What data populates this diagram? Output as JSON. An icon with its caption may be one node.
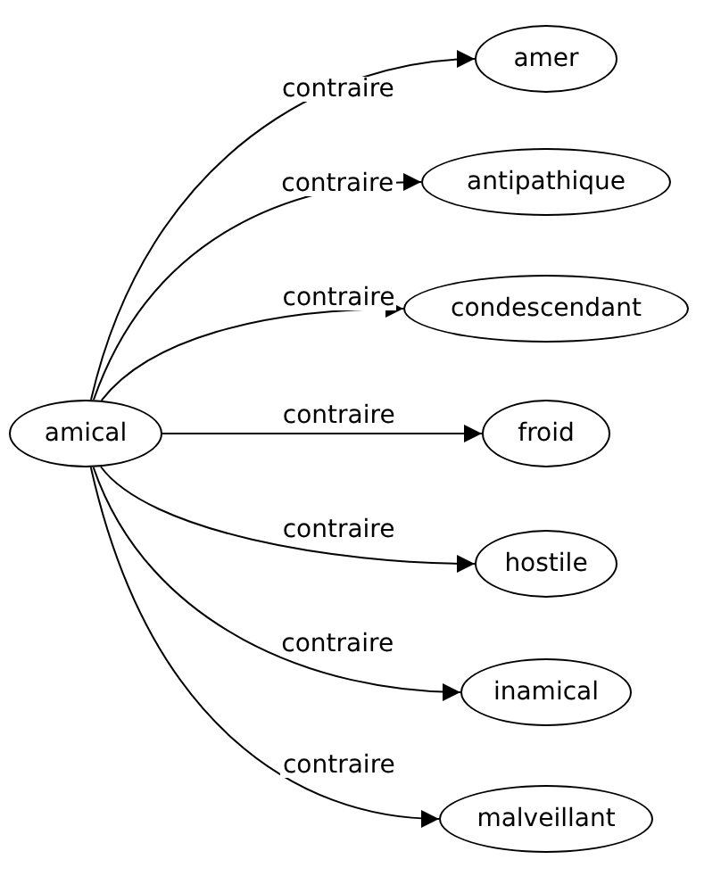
{
  "diagram": {
    "nodes": [
      {
        "text": [
          "amical"
        ]
      },
      {
        "text": [
          "amer"
        ]
      },
      {
        "text": [
          "antipathique"
        ]
      },
      {
        "text": [
          "condescendant"
        ]
      },
      {
        "text": [
          "froid"
        ]
      },
      {
        "text": [
          "hostile"
        ]
      },
      {
        "text": [
          "inamical"
        ]
      },
      {
        "text": [
          "malveillant"
        ]
      }
    ],
    "edges": [
      {
        "from": 0,
        "to": 1,
        "arrow": "to",
        "label": "contraire"
      },
      {
        "from": 0,
        "to": 2,
        "arrow": "to",
        "label": "contraire"
      },
      {
        "from": 0,
        "to": 3,
        "arrow": "to",
        "label": "contraire"
      },
      {
        "from": 0,
        "to": 4,
        "arrow": "to",
        "label": "contraire"
      },
      {
        "from": 0,
        "to": 5,
        "arrow": "to",
        "label": "contraire"
      },
      {
        "from": 0,
        "to": 6,
        "arrow": "to",
        "label": "contraire"
      },
      {
        "from": 0,
        "to": 7,
        "arrow": "to",
        "label": "contraire"
      }
    ]
  }
}
